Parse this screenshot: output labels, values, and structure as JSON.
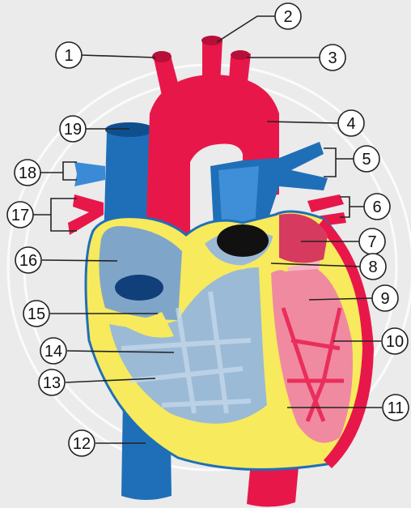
{
  "diagram": {
    "colors": {
      "background": "#ebebeb",
      "arterial_red": "#e8174a",
      "venous_blue": "#1f6fb8",
      "muscle_yellow": "#f7ea5c",
      "chamber_pale_blue": "#a9c4dd",
      "chamber_pink": "#f08aa0"
    },
    "callouts": [
      {
        "id": "c1",
        "label": "1"
      },
      {
        "id": "c2",
        "label": "2"
      },
      {
        "id": "c3",
        "label": "3"
      },
      {
        "id": "c4",
        "label": "4"
      },
      {
        "id": "c5",
        "label": "5"
      },
      {
        "id": "c6",
        "label": "6"
      },
      {
        "id": "c7",
        "label": "7"
      },
      {
        "id": "c8",
        "label": "8"
      },
      {
        "id": "c9",
        "label": "9"
      },
      {
        "id": "c10",
        "label": "10"
      },
      {
        "id": "c11",
        "label": "11"
      },
      {
        "id": "c12",
        "label": "12"
      },
      {
        "id": "c13",
        "label": "13"
      },
      {
        "id": "c14",
        "label": "14"
      },
      {
        "id": "c15",
        "label": "15"
      },
      {
        "id": "c16",
        "label": "16"
      },
      {
        "id": "c17",
        "label": "17"
      },
      {
        "id": "c18",
        "label": "18"
      },
      {
        "id": "c19",
        "label": "19"
      }
    ]
  }
}
